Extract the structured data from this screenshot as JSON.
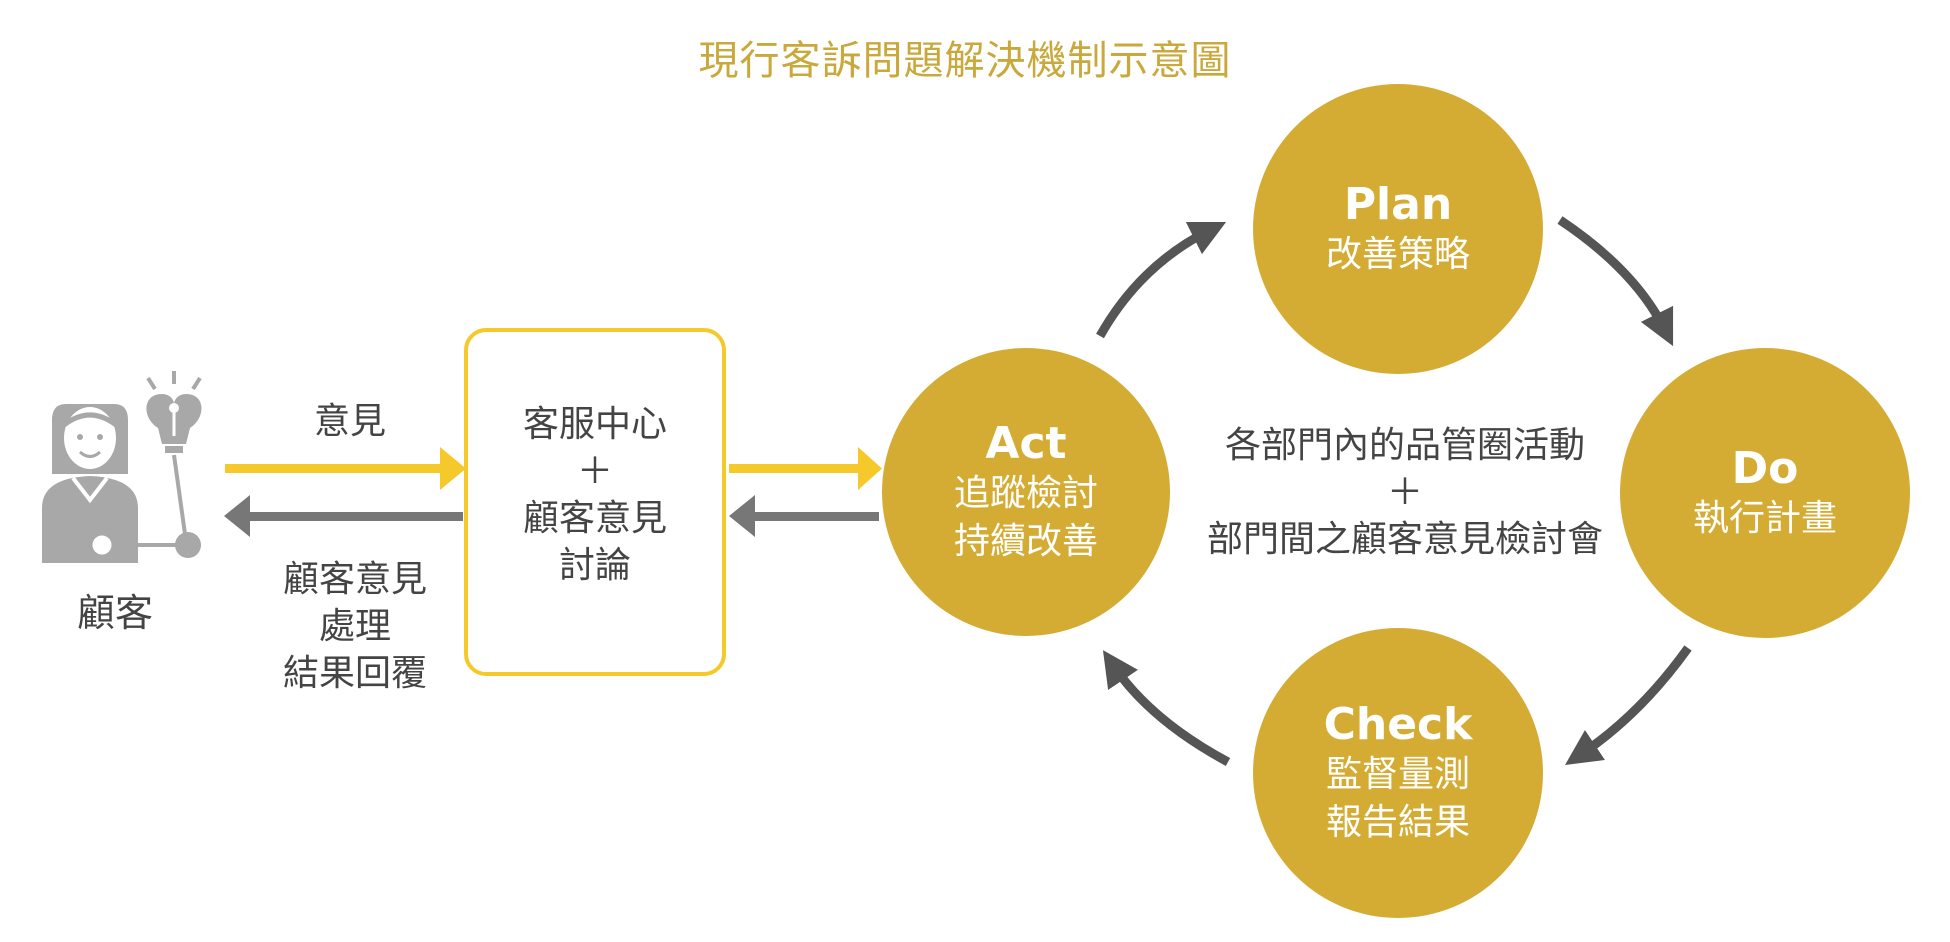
{
  "title": "現行客訴問題解決機制示意圖",
  "customer": {
    "label": "顧客",
    "icon": "customer-with-idea-icon"
  },
  "flow": {
    "opinion_label": "意見",
    "reply_lines": [
      "顧客意見",
      "處理",
      "結果回覆"
    ]
  },
  "service_center": {
    "lines": [
      "客服中心",
      "＋",
      "顧客意見",
      "討論"
    ]
  },
  "pdca": {
    "act": {
      "head": "Act",
      "lines": [
        "追蹤檢討",
        "持續改善"
      ]
    },
    "plan": {
      "head": "Plan",
      "lines": [
        "改善策略"
      ]
    },
    "do": {
      "head": "Do",
      "lines": [
        "執行計畫"
      ]
    },
    "check": {
      "head": "Check",
      "lines": [
        "監督量測",
        "報告結果"
      ]
    },
    "center_lines": [
      "各部門內的品管圈活動",
      "＋",
      "部門間之顧客意見檢討會"
    ]
  },
  "colors": {
    "title": "#c9a93c",
    "circle_fill": "#d4ac34",
    "forward_arrow": "#f5c92a",
    "return_arrow": "#777777",
    "cycle_arrow": "#555555",
    "box_border": "#f5c92a"
  }
}
